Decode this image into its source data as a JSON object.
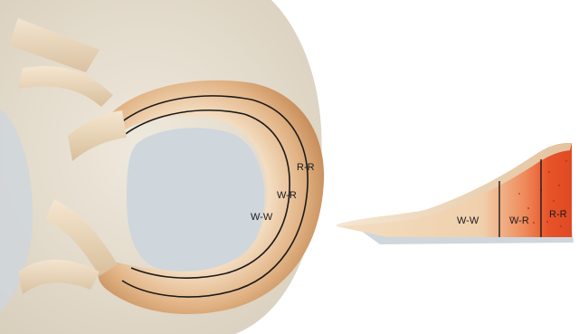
{
  "illustration": {
    "left_panel": {
      "subject": "meniscus-top-view",
      "zone_labels": {
        "red_red": "R-R",
        "white_red": "W-R",
        "white_white": "W-W"
      }
    },
    "right_panel": {
      "subject": "meniscus-cross-section",
      "zone_labels": {
        "white_white": "W-W",
        "white_red": "W-R",
        "red_red": "R-R"
      }
    },
    "colors": {
      "bone": "#e8e0d0",
      "cartilage": "#cfd6dc",
      "meniscus_light": "#f0d4ad",
      "meniscus_dark": "#c58c54",
      "ligament": "#efdcc0",
      "red_zone": "#e8532a",
      "zone_line": "#1a1a1a"
    }
  }
}
